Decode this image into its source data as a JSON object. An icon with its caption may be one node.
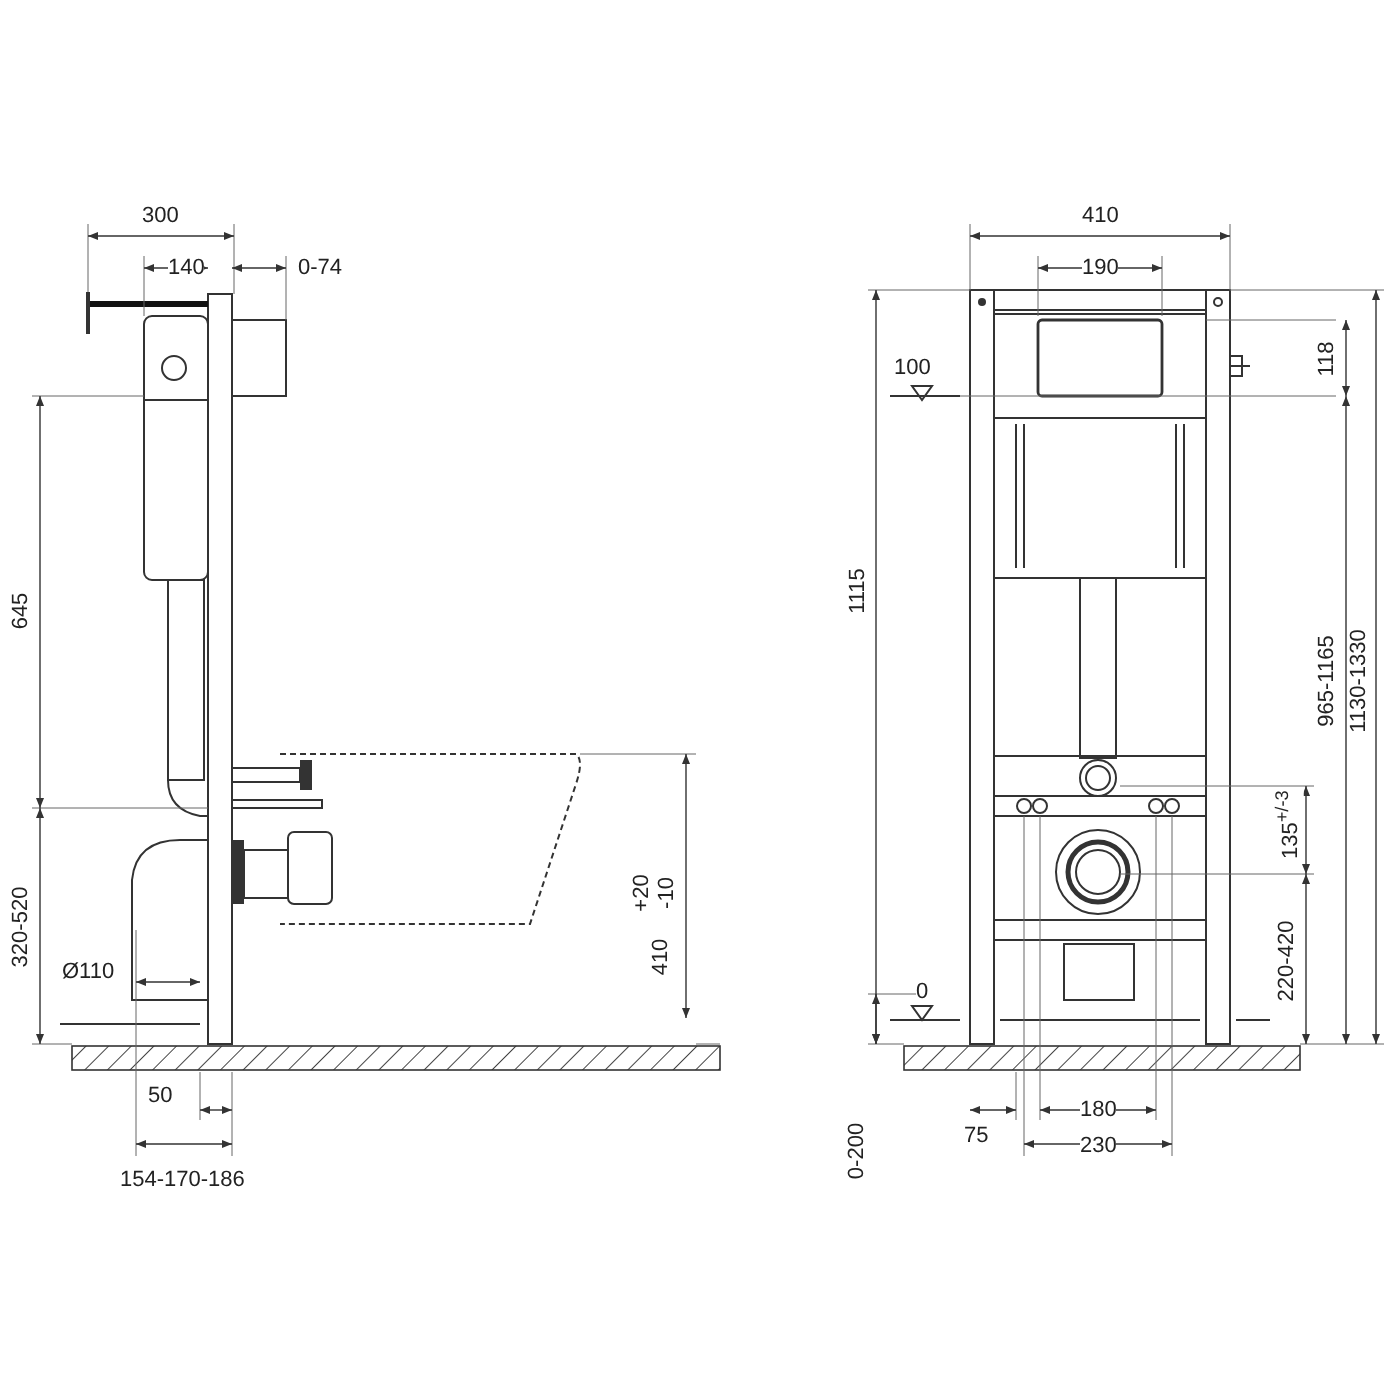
{
  "diagram": {
    "labels": [
      "300",
      "140",
      "0-74",
      "645",
      "+20",
      "-10",
      "410",
      "320-520",
      "Ø110",
      "50",
      "154-170-186",
      "410",
      "190",
      "100",
      "118",
      "1115",
      "965-1165",
      "1130-1330",
      "135$^{+/-3}$",
      "220-420",
      "0",
      "0-200",
      "75",
      "180",
      "230"
    ]
  }
}
